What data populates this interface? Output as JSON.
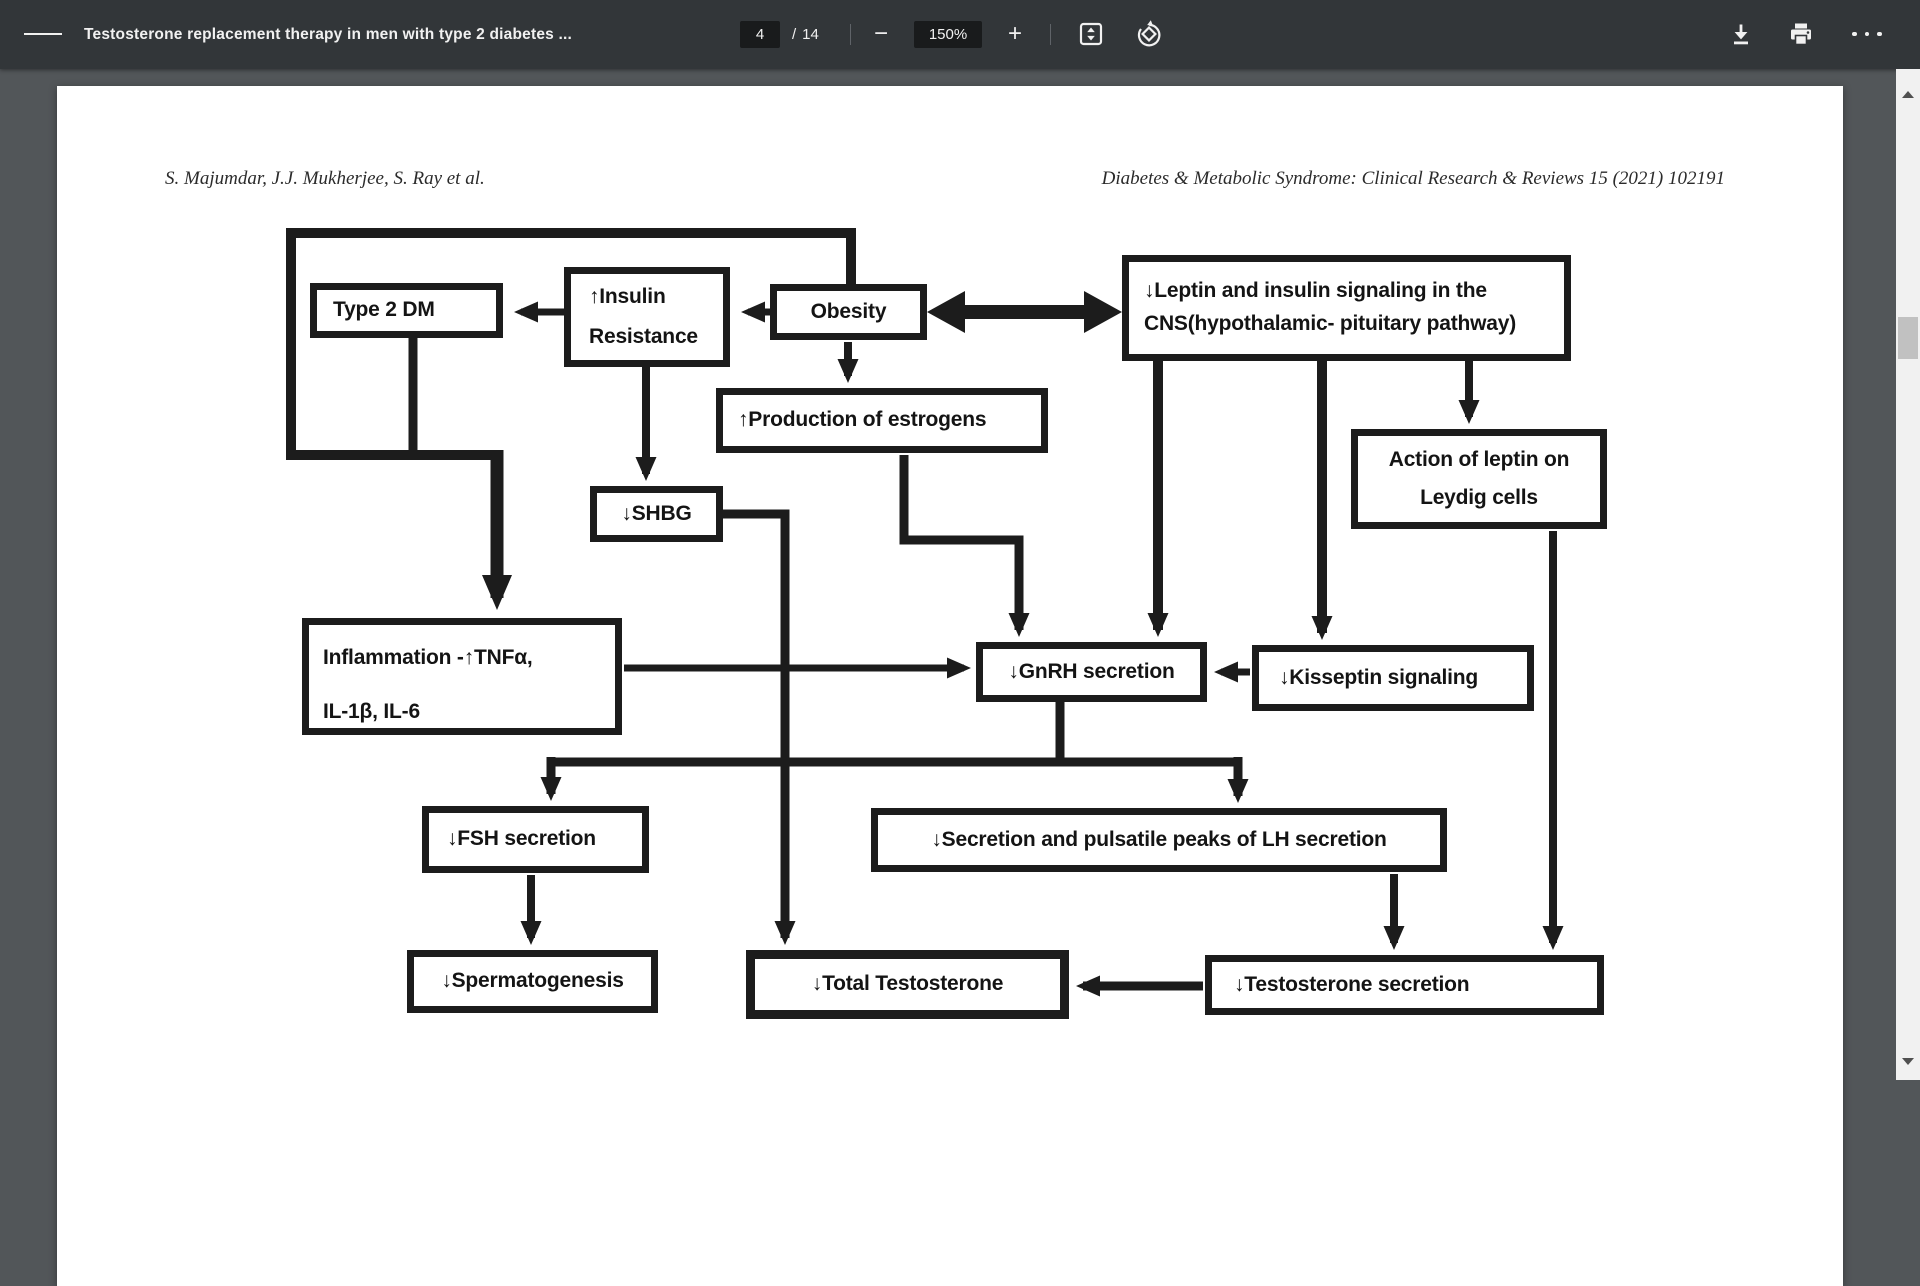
{
  "toolbar": {
    "title": "Testosterone replacement therapy in men with type 2 diabetes ...",
    "page": {
      "current": "4",
      "separator": "/",
      "total": "14"
    },
    "zoom": {
      "value": "150%",
      "minus_label": "−",
      "plus_label": "+"
    },
    "icons": [
      "menu-icon",
      "fit-page-icon",
      "rotate-counterclockwise-icon",
      "download-icon",
      "print-icon",
      "more-options-icon"
    ]
  },
  "document_header": {
    "authors": "S. Majumdar, J.J. Mukherjee, S. Ray et al.",
    "journal": "Diabetes & Metabolic Syndrome: Clinical Research & Reviews 15 (2021) 102191"
  },
  "diagram": {
    "nodes": [
      {
        "id": "type-2-dm",
        "label": "Type 2 DM"
      },
      {
        "id": "insulin-resistance",
        "label": "↑Insulin\nResistance"
      },
      {
        "id": "obesity",
        "label": "Obesity"
      },
      {
        "id": "leptin-insulin-cns",
        "label": "↓Leptin and insulin signaling in the\nCNS(hypothalamic- pituitary pathway)"
      },
      {
        "id": "production-estrogens",
        "label": "↑Production of estrogens"
      },
      {
        "id": "shbg",
        "label": "↓SHBG"
      },
      {
        "id": "leptin-leydig",
        "label": "Action of leptin on\nLeydig cells"
      },
      {
        "id": "inflammation",
        "label": "Inflammation -↑TNFα,\nIL-1β, IL-6"
      },
      {
        "id": "gnrh-secretion",
        "label": "↓GnRH secretion"
      },
      {
        "id": "kisseptin-signaling",
        "label": "↓Kisseptin signaling"
      },
      {
        "id": "fsh-secretion",
        "label": "↓FSH secretion"
      },
      {
        "id": "lh-secretion",
        "label": "↓Secretion and pulsatile peaks of LH secretion"
      },
      {
        "id": "spermatogenesis",
        "label": "↓Spermatogenesis"
      },
      {
        "id": "total-testosterone",
        "label": "↓Total Testosterone"
      },
      {
        "id": "testosterone-secretion",
        "label": "↓Testosterone secretion"
      }
    ]
  },
  "colors": {
    "toolbar_bg": "#323639",
    "content_bg": "#525659",
    "page_bg": "#ffffff",
    "diagram_ink": "#1c1c1c",
    "control_bg": "#191b1c",
    "icon": "#f1f1f1",
    "scrollbar_track": "#f1f1f1",
    "scrollbar_thumb": "#c1c1c1"
  }
}
